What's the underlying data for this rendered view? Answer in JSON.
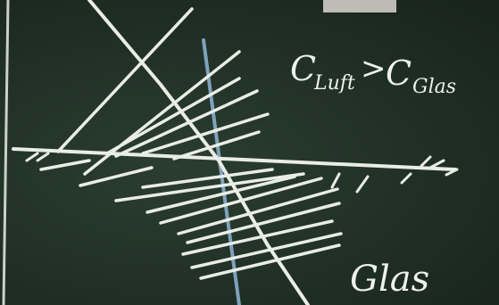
{
  "board": {
    "color": "#223228",
    "chalk_color": "#e9ede6",
    "normal_line_color": "#8fb6d6"
  },
  "labels": {
    "condition_main": "C",
    "condition_sub_left": "Luft",
    "condition_operator": ">",
    "condition_main_right": "C",
    "condition_sub_right": "Glas",
    "medium_bottom": "Glas"
  }
}
